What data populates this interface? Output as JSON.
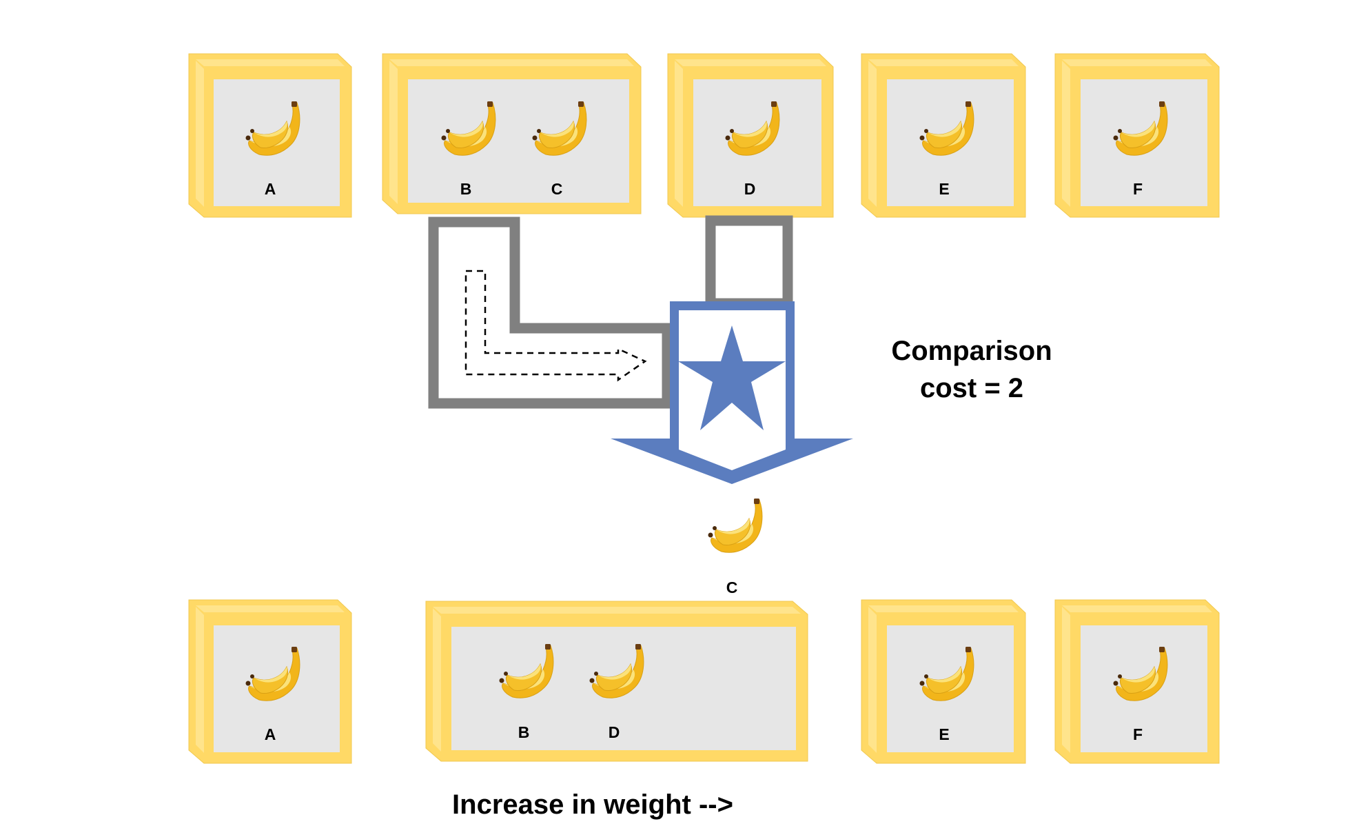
{
  "top_row": {
    "boxes": [
      {
        "bananas": [
          "A"
        ]
      },
      {
        "bananas": [
          "B",
          "C"
        ]
      },
      {
        "bananas": [
          "D"
        ]
      },
      {
        "bananas": [
          "E"
        ]
      },
      {
        "bananas": [
          "F"
        ]
      }
    ]
  },
  "bottom_row": {
    "boxes": [
      {
        "bananas": [
          "A"
        ]
      },
      {
        "bananas": [
          "B",
          "D"
        ]
      },
      {
        "bananas": [
          "E"
        ]
      },
      {
        "bananas": [
          "F"
        ]
      }
    ]
  },
  "removed_banana": {
    "label": "C"
  },
  "comparison": {
    "line1": "Comparison",
    "line2": "cost = 2"
  },
  "footer": {
    "text": "Increase in weight -->"
  },
  "icons": {
    "banana": "banana-icon",
    "star": "star-icon"
  },
  "colors": {
    "box_frame": "#FFD966",
    "box_inner": "#E6E6E6",
    "connector": "#808080",
    "star_arrow": "#5B7DBF",
    "banana_body": "#F2B51A",
    "banana_light": "#FBE27A"
  }
}
